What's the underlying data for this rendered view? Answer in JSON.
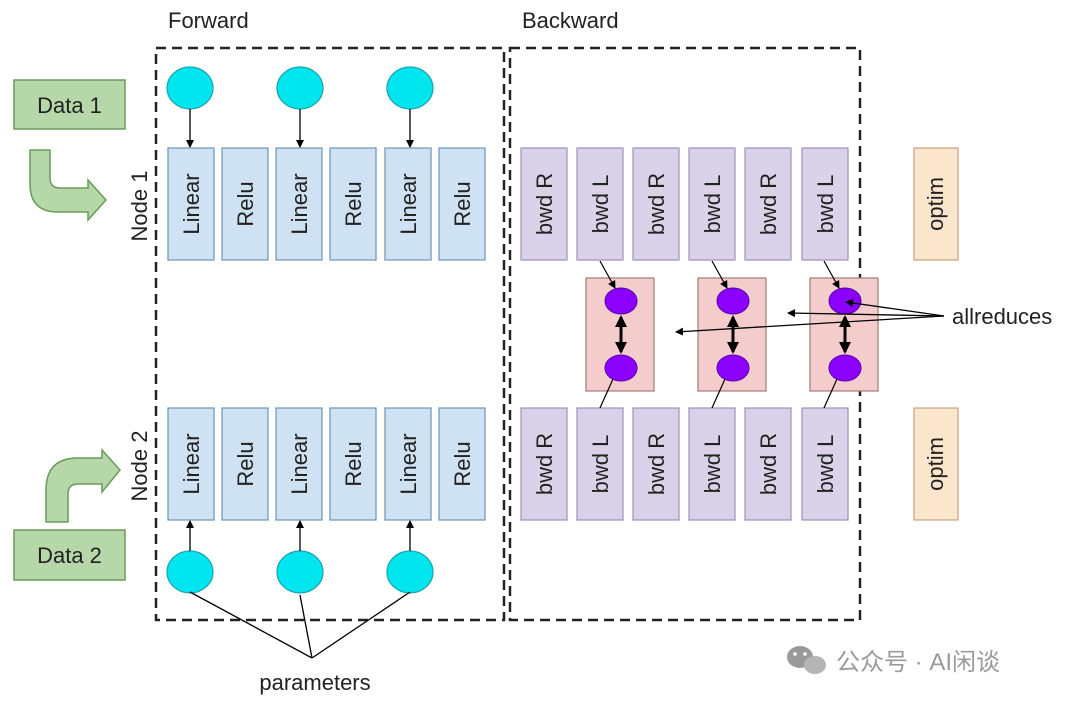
{
  "titles": {
    "forward": "Forward",
    "backward": "Backward"
  },
  "data_inputs": {
    "data1": "Data 1",
    "data2": "Data 2"
  },
  "nodes": {
    "node1": "Node 1",
    "node2": "Node 2"
  },
  "forward_layers": {
    "node1": [
      "Linear",
      "Relu",
      "Linear",
      "Relu",
      "Linear",
      "Relu"
    ],
    "node2": [
      "Linear",
      "Relu",
      "Linear",
      "Relu",
      "Linear",
      "Relu"
    ]
  },
  "backward_layers": {
    "node1": [
      "bwd R",
      "bwd L",
      "bwd R",
      "bwd L",
      "bwd R",
      "bwd L"
    ],
    "node2": [
      "bwd R",
      "bwd L",
      "bwd R",
      "bwd L",
      "bwd R",
      "bwd L"
    ]
  },
  "optim": {
    "node1": "optim",
    "node2": "optim"
  },
  "labels": {
    "allreduces": "allreduces",
    "parameters": "parameters"
  },
  "watermark": "公众号 · AI闲谈",
  "colors": {
    "forward_box": "#cfe2f3",
    "backward_box": "#d9d2e9",
    "optim_box": "#fce5cd",
    "data_box": "#b6d7a8",
    "param_circle": "#00e5ee",
    "allreduce_box": "#f4cccc",
    "allreduce_circle": "#8b00ff",
    "stroke": "#333333"
  }
}
